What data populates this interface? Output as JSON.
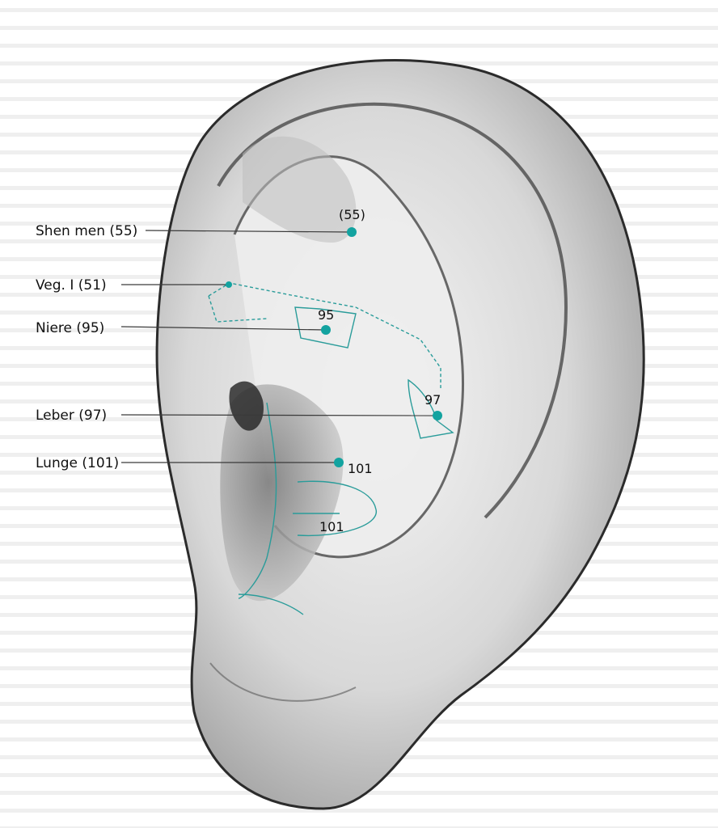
{
  "points": [
    {
      "id": "shen-men",
      "label": "Shen men (55)",
      "number": "(55)"
    },
    {
      "id": "veg-i",
      "label": "Veg. I (51)",
      "number": ""
    },
    {
      "id": "niere",
      "label": "Niere (95)",
      "number": "95"
    },
    {
      "id": "leber",
      "label": "Leber (97)",
      "number": "97"
    },
    {
      "id": "lunge",
      "label": "Lunge (101)",
      "number": "101"
    }
  ],
  "zone_label": "101",
  "colors": {
    "point": "#13a3a0",
    "zone_outline": "#2a9c9a",
    "leader_line": "#3a3a3a",
    "background_text": "#c9c9c9"
  }
}
